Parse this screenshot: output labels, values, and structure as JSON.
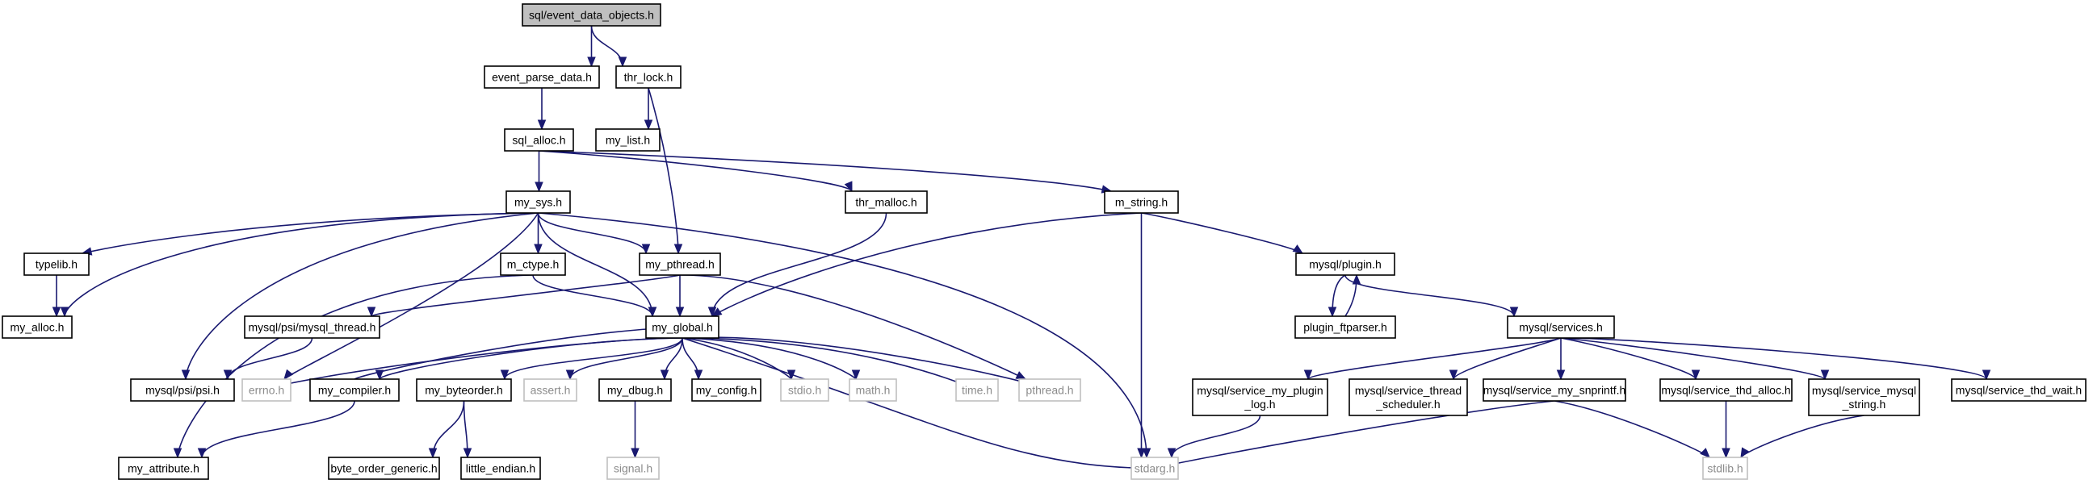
{
  "diagram": {
    "colors": {
      "root_fill": "#bfbfbf",
      "node_fill": "#ffffff",
      "node_border": "#000000",
      "missing_border": "#bfbfbf",
      "missing_text": "#8c8c8c",
      "edge": "#191970"
    },
    "nodes": [
      {
        "id": "n0",
        "label": "sql/event_data_objects.h",
        "style": "root"
      },
      {
        "id": "n1",
        "label": "event_parse_data.h",
        "style": "normal"
      },
      {
        "id": "n2",
        "label": "thr_lock.h",
        "style": "normal"
      },
      {
        "id": "n3",
        "label": "sql_alloc.h",
        "style": "normal"
      },
      {
        "id": "n4",
        "label": "my_list.h",
        "style": "normal"
      },
      {
        "id": "n5",
        "label": "my_sys.h",
        "style": "normal"
      },
      {
        "id": "n6",
        "label": "thr_malloc.h",
        "style": "normal"
      },
      {
        "id": "n7",
        "label": "m_string.h",
        "style": "normal"
      },
      {
        "id": "n8",
        "label": "typelib.h",
        "style": "normal"
      },
      {
        "id": "n9",
        "label": "m_ctype.h",
        "style": "normal"
      },
      {
        "id": "n10",
        "label": "my_pthread.h",
        "style": "normal"
      },
      {
        "id": "n11",
        "label": "mysql/plugin.h",
        "style": "normal"
      },
      {
        "id": "n12",
        "label": "my_alloc.h",
        "style": "normal"
      },
      {
        "id": "n13",
        "label": "mysql/psi/mysql_thread.h",
        "style": "normal"
      },
      {
        "id": "n14",
        "label": "my_global.h",
        "style": "normal"
      },
      {
        "id": "n15",
        "label": "plugin_ftparser.h",
        "style": "normal"
      },
      {
        "id": "n16",
        "label": "mysql/services.h",
        "style": "normal"
      },
      {
        "id": "n17",
        "label": "mysql/psi/psi.h",
        "style": "normal"
      },
      {
        "id": "n18",
        "label": "errno.h",
        "style": "missing"
      },
      {
        "id": "n19",
        "label": "my_compiler.h",
        "style": "normal"
      },
      {
        "id": "n20",
        "label": "my_byteorder.h",
        "style": "normal"
      },
      {
        "id": "n21",
        "label": "assert.h",
        "style": "missing"
      },
      {
        "id": "n22",
        "label": "my_dbug.h",
        "style": "normal"
      },
      {
        "id": "n23",
        "label": "my_config.h",
        "style": "normal"
      },
      {
        "id": "n24",
        "label": "stdio.h",
        "style": "missing"
      },
      {
        "id": "n25",
        "label": "math.h",
        "style": "missing"
      },
      {
        "id": "n26",
        "label": "time.h",
        "style": "missing"
      },
      {
        "id": "n27",
        "label": "pthread.h",
        "style": "missing"
      },
      {
        "id": "n28",
        "label": [
          "mysql/service_my_plugin",
          "_log.h"
        ],
        "style": "normal"
      },
      {
        "id": "n29",
        "label": [
          "mysql/service_thread",
          "_scheduler.h"
        ],
        "style": "normal"
      },
      {
        "id": "n30",
        "label": "mysql/service_my_snprintf.h",
        "style": "normal"
      },
      {
        "id": "n31",
        "label": "mysql/service_thd_alloc.h",
        "style": "normal"
      },
      {
        "id": "n32",
        "label": [
          "mysql/service_mysql",
          "_string.h"
        ],
        "style": "normal"
      },
      {
        "id": "n33",
        "label": "mysql/service_thd_wait.h",
        "style": "normal"
      },
      {
        "id": "n34",
        "label": "my_attribute.h",
        "style": "normal"
      },
      {
        "id": "n35",
        "label": "byte_order_generic.h",
        "style": "normal"
      },
      {
        "id": "n36",
        "label": "little_endian.h",
        "style": "normal"
      },
      {
        "id": "n37",
        "label": "signal.h",
        "style": "missing"
      },
      {
        "id": "n38",
        "label": "stdarg.h",
        "style": "missing"
      },
      {
        "id": "n39",
        "label": "stdlib.h",
        "style": "missing"
      }
    ],
    "edges": [
      [
        "n0",
        "n1"
      ],
      [
        "n0",
        "n2"
      ],
      [
        "n1",
        "n3"
      ],
      [
        "n2",
        "n4"
      ],
      [
        "n2",
        "n10"
      ],
      [
        "n3",
        "n5"
      ],
      [
        "n3",
        "n6"
      ],
      [
        "n3",
        "n7"
      ],
      [
        "n5",
        "n8"
      ],
      [
        "n5",
        "n12"
      ],
      [
        "n5",
        "n9"
      ],
      [
        "n5",
        "n10"
      ],
      [
        "n5",
        "n14"
      ],
      [
        "n5",
        "n17"
      ],
      [
        "n5",
        "n18"
      ],
      [
        "n5",
        "n38"
      ],
      [
        "n6",
        "n14"
      ],
      [
        "n7",
        "n14"
      ],
      [
        "n7",
        "n11"
      ],
      [
        "n7",
        "n38"
      ],
      [
        "n8",
        "n12"
      ],
      [
        "n9",
        "n14"
      ],
      [
        "n9",
        "n34"
      ],
      [
        "n10",
        "n14"
      ],
      [
        "n10",
        "n13"
      ],
      [
        "n10",
        "n27"
      ],
      [
        "n11",
        "n15"
      ],
      [
        "n11",
        "n16"
      ],
      [
        "n15",
        "n11"
      ],
      [
        "n13",
        "n17"
      ],
      [
        "n14",
        "n18"
      ],
      [
        "n14",
        "n19"
      ],
      [
        "n14",
        "n20"
      ],
      [
        "n14",
        "n21"
      ],
      [
        "n14",
        "n22"
      ],
      [
        "n14",
        "n23"
      ],
      [
        "n14",
        "n24"
      ],
      [
        "n14",
        "n25"
      ],
      [
        "n14",
        "n26"
      ],
      [
        "n14",
        "n27"
      ],
      [
        "n14",
        "n38"
      ],
      [
        "n19",
        "n14"
      ],
      [
        "n19",
        "n34"
      ],
      [
        "n20",
        "n35"
      ],
      [
        "n20",
        "n36"
      ],
      [
        "n22",
        "n37"
      ],
      [
        "n16",
        "n28"
      ],
      [
        "n16",
        "n29"
      ],
      [
        "n16",
        "n30"
      ],
      [
        "n16",
        "n31"
      ],
      [
        "n16",
        "n32"
      ],
      [
        "n16",
        "n33"
      ],
      [
        "n28",
        "n38"
      ],
      [
        "n30",
        "n38"
      ],
      [
        "n30",
        "n39"
      ],
      [
        "n31",
        "n39"
      ],
      [
        "n32",
        "n39"
      ]
    ]
  }
}
